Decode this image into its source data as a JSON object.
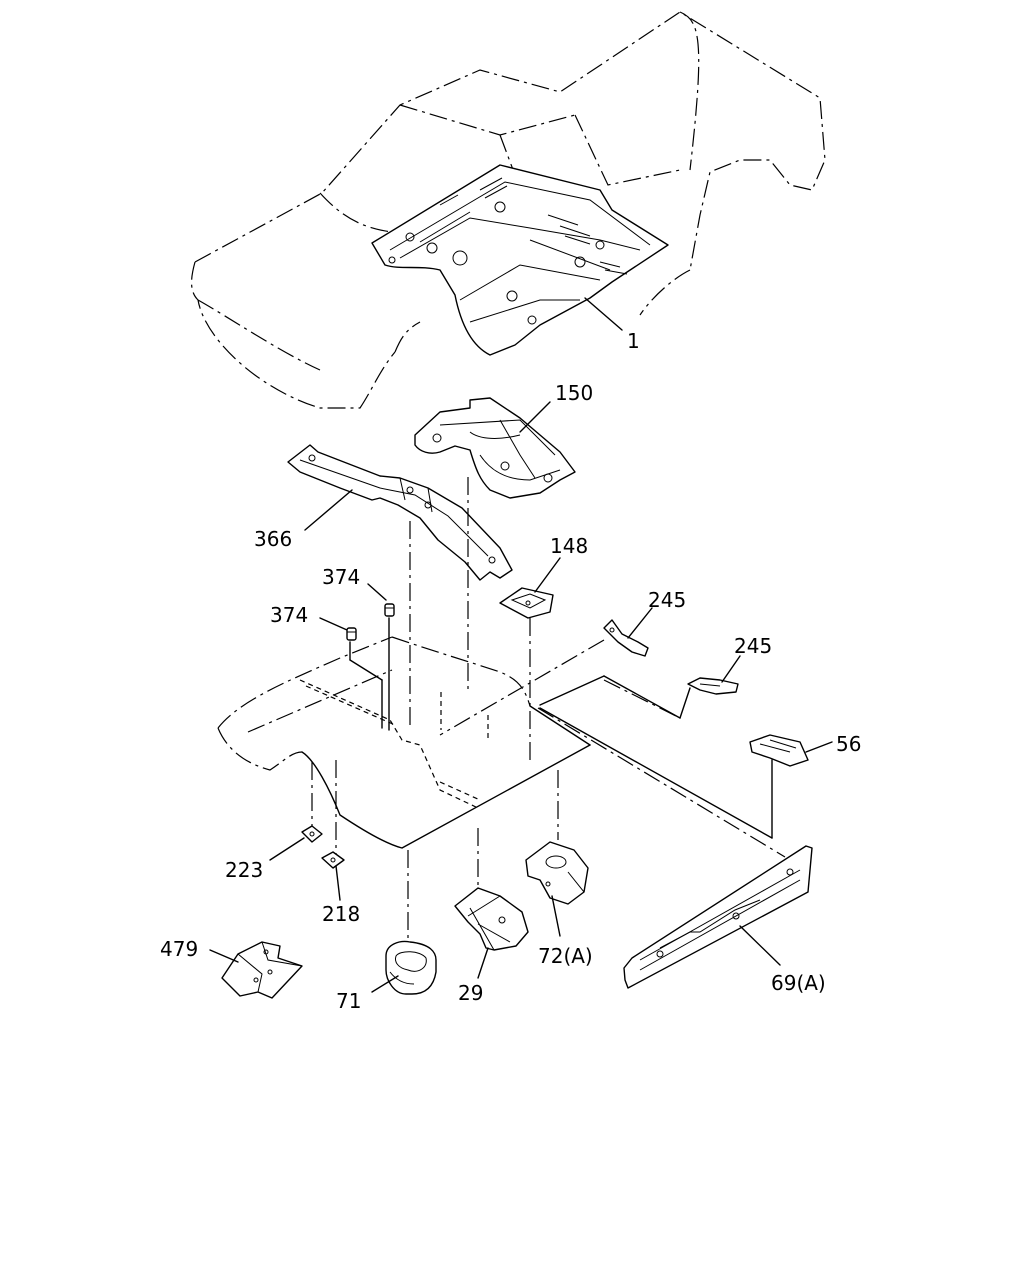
{
  "callouts": {
    "c1": "1",
    "c150": "150",
    "c366": "366",
    "c148": "148",
    "c374a": "374",
    "c374b": "374",
    "c245a": "245",
    "c245b": "245",
    "c56": "56",
    "c223": "223",
    "c218": "218",
    "c479": "479",
    "c71": "71",
    "c29": "29",
    "c72a": "72(A)",
    "c69a": "69(A)"
  }
}
